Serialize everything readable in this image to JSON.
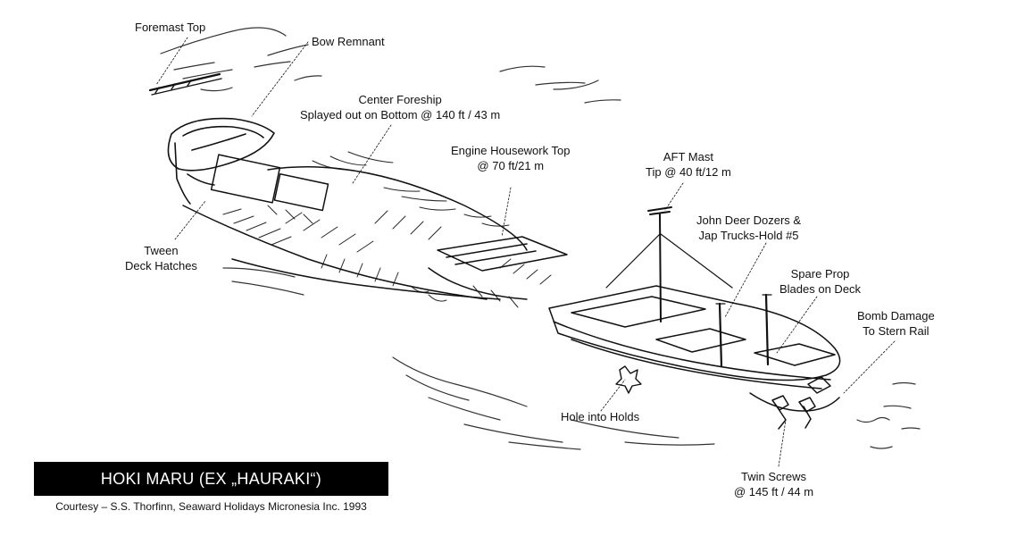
{
  "title": "HOKI MARU (EX „HAURAKI“)",
  "credit": "Courtesy – S.S. Thorfinn, Seaward Holidays Micronesia Inc. 1993",
  "labels": {
    "foremast_top": "Foremast Top",
    "bow_remnant": "Bow Remnant",
    "center_foreship": [
      "Center Foreship",
      "Splayed out on Bottom @ 140 ft / 43 m"
    ],
    "engine_housework": [
      "Engine Housework Top",
      "@ 70 ft/21 m"
    ],
    "aft_mast": [
      "AFT Mast",
      "Tip @ 40 ft/12 m"
    ],
    "john_deer": [
      "John Deer Dozers &",
      "Jap Trucks-Hold #5"
    ],
    "spare_prop": [
      "Spare Prop",
      "Blades on Deck"
    ],
    "bomb_damage": [
      "Bomb Damage",
      "To Stern Rail"
    ],
    "tween_deck": [
      "Tween",
      "Deck Hatches"
    ],
    "hole_into_holds": "Hole into Holds",
    "twin_screws": [
      "Twin Screws",
      "@ 145 ft / 44 m"
    ]
  },
  "colors": {
    "ink": "#111111",
    "title_bg": "#000000",
    "title_text": "#ffffff",
    "background": "#ffffff"
  }
}
